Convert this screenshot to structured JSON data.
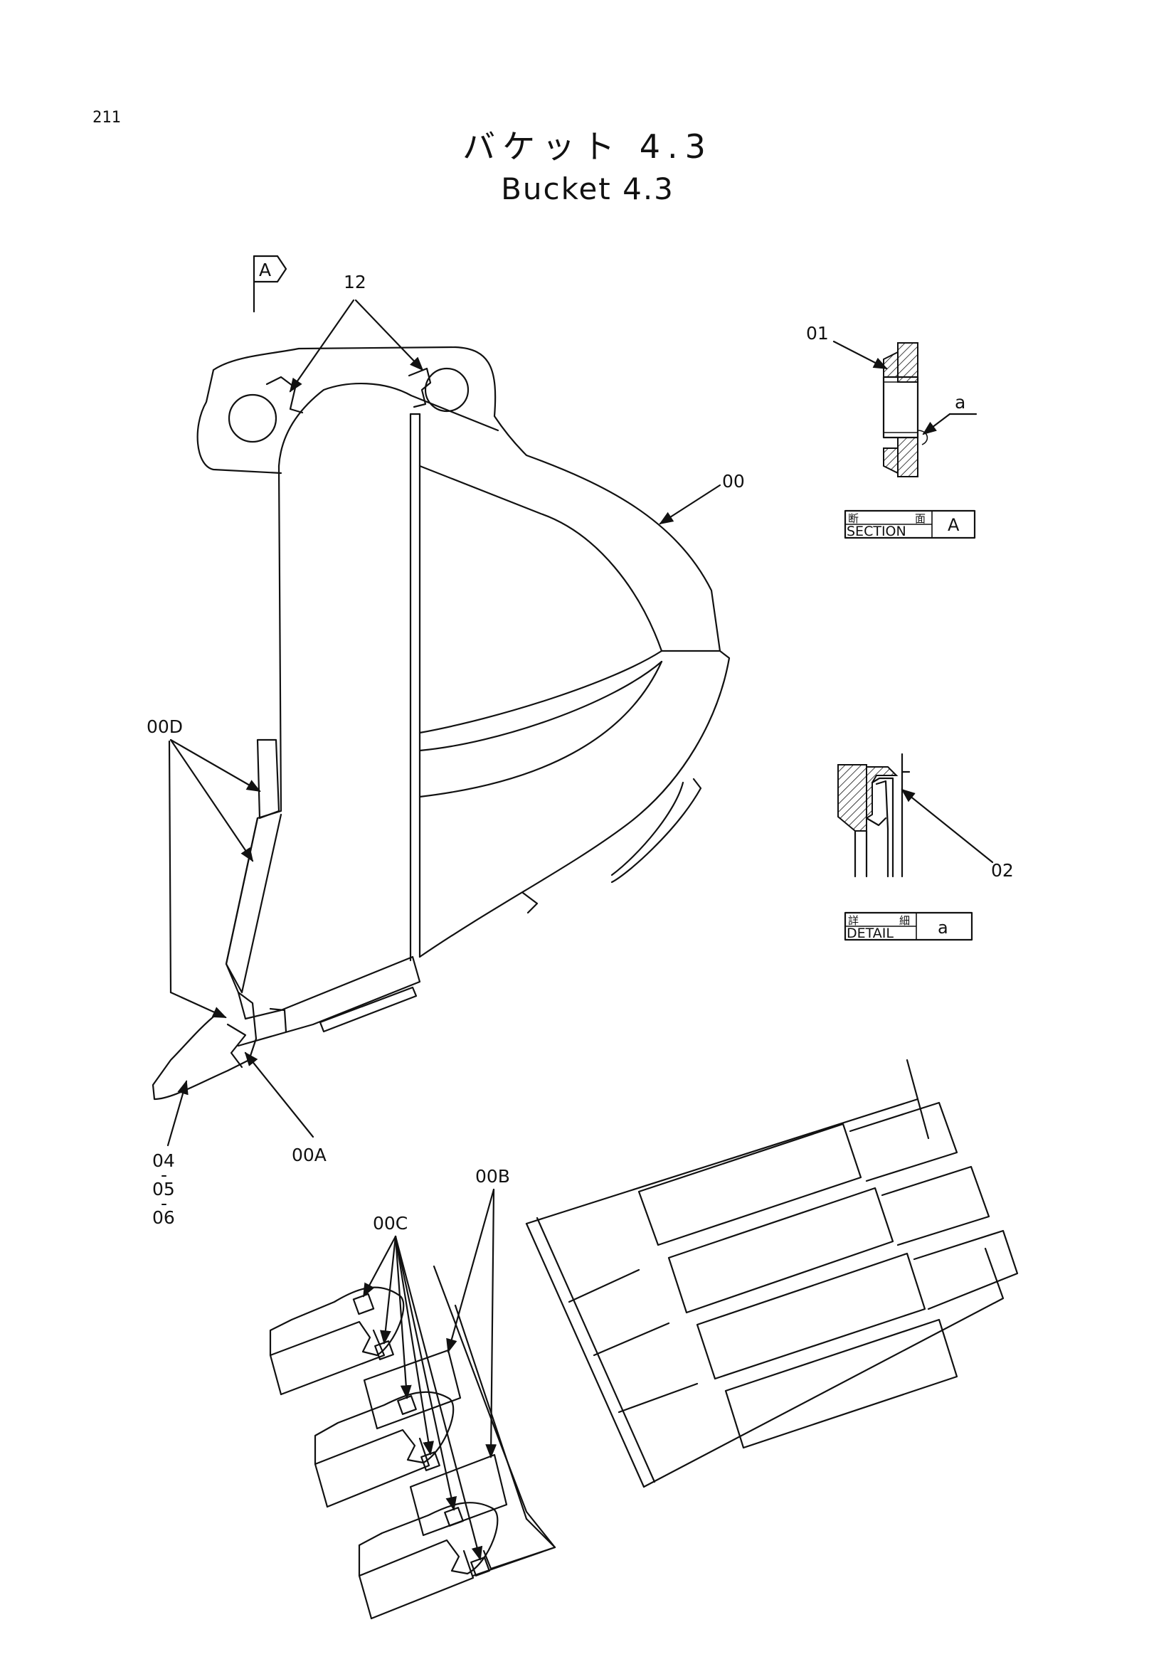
{
  "page_number": "211",
  "title_jp": "バケット 4.3",
  "title_en": "Bucket 4.3",
  "view_marker": "A",
  "callouts": {
    "c12": "12",
    "c00": "00",
    "c00D": "00D",
    "c00A": "00A",
    "c00B": "00B",
    "c00C": "00C",
    "c01": "01",
    "c02": "02",
    "ca": "a",
    "c04": "04",
    "c05": "05",
    "c06": "06",
    "dash": "-"
  },
  "section_box": {
    "jp_1": "断",
    "jp_2": "面",
    "en": "SECTION",
    "letter": "A"
  },
  "detail_box": {
    "jp_1": "詳",
    "jp_2": "細",
    "en": "DETAIL",
    "letter": "a"
  }
}
